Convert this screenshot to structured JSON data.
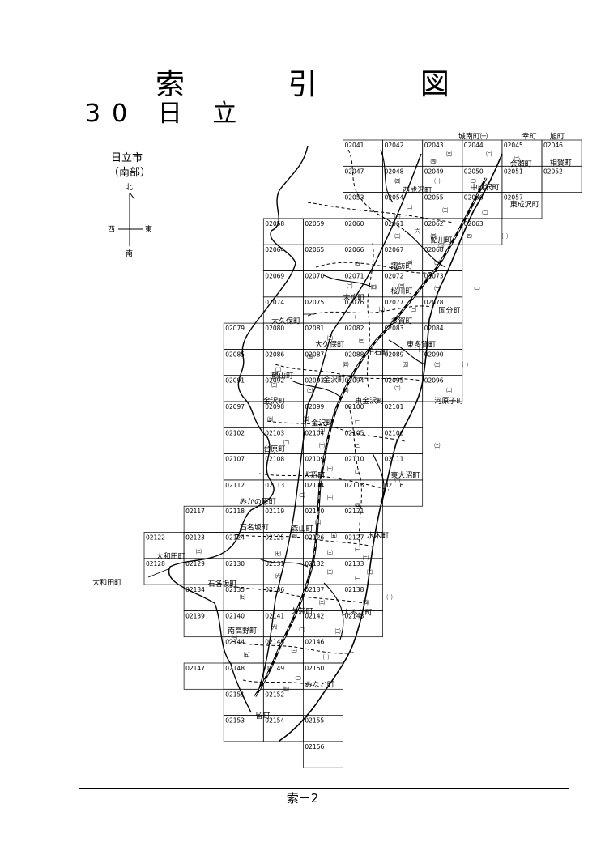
{
  "title": "索 引 図",
  "subtitle": "30 日 立",
  "city": {
    "line1": "日立市",
    "line2": "（南部）"
  },
  "compass": {
    "north": "北",
    "south": "南",
    "east": "東",
    "west": "西"
  },
  "footer": "索－2",
  "cells": [
    {
      "id": "02041",
      "col": 8,
      "row": 0
    },
    {
      "id": "02042",
      "col": 9,
      "row": 0
    },
    {
      "id": "02043",
      "col": 10,
      "row": 0
    },
    {
      "id": "02044",
      "col": 11,
      "row": 0
    },
    {
      "id": "02045",
      "col": 12,
      "row": 0
    },
    {
      "id": "02046",
      "col": 13,
      "row": 0
    },
    {
      "id": "02047",
      "col": 8,
      "row": 1
    },
    {
      "id": "02048",
      "col": 9,
      "row": 1
    },
    {
      "id": "02049",
      "col": 10,
      "row": 1
    },
    {
      "id": "02050",
      "col": 11,
      "row": 1
    },
    {
      "id": "02051",
      "col": 12,
      "row": 1
    },
    {
      "id": "02052",
      "col": 13,
      "row": 1
    },
    {
      "id": "02053",
      "col": 8,
      "row": 2
    },
    {
      "id": "02054",
      "col": 9,
      "row": 2
    },
    {
      "id": "02055",
      "col": 10,
      "row": 2
    },
    {
      "id": "02056",
      "col": 11,
      "row": 2
    },
    {
      "id": "02057",
      "col": 12,
      "row": 2
    },
    {
      "id": "02058",
      "col": 6,
      "row": 3
    },
    {
      "id": "02059",
      "col": 7,
      "row": 3
    },
    {
      "id": "02060",
      "col": 8,
      "row": 3
    },
    {
      "id": "02061",
      "col": 9,
      "row": 3
    },
    {
      "id": "02062",
      "col": 10,
      "row": 3
    },
    {
      "id": "02063",
      "col": 11,
      "row": 3
    },
    {
      "id": "02064",
      "col": 6,
      "row": 4
    },
    {
      "id": "02065",
      "col": 7,
      "row": 4
    },
    {
      "id": "02066",
      "col": 8,
      "row": 4
    },
    {
      "id": "02067",
      "col": 9,
      "row": 4
    },
    {
      "id": "02068",
      "col": 10,
      "row": 4
    },
    {
      "id": "02069",
      "col": 6,
      "row": 5
    },
    {
      "id": "02070",
      "col": 7,
      "row": 5
    },
    {
      "id": "02071",
      "col": 8,
      "row": 5
    },
    {
      "id": "02072",
      "col": 9,
      "row": 5
    },
    {
      "id": "02073",
      "col": 10,
      "row": 5
    },
    {
      "id": "02074",
      "col": 6,
      "row": 6
    },
    {
      "id": "02075",
      "col": 7,
      "row": 6
    },
    {
      "id": "02076",
      "col": 8,
      "row": 6
    },
    {
      "id": "02077",
      "col": 9,
      "row": 6
    },
    {
      "id": "02078",
      "col": 10,
      "row": 6
    },
    {
      "id": "02079",
      "col": 5,
      "row": 7
    },
    {
      "id": "02080",
      "col": 6,
      "row": 7
    },
    {
      "id": "02081",
      "col": 7,
      "row": 7
    },
    {
      "id": "02082",
      "col": 8,
      "row": 7
    },
    {
      "id": "02083",
      "col": 9,
      "row": 7
    },
    {
      "id": "02084",
      "col": 10,
      "row": 7
    },
    {
      "id": "02085",
      "col": 5,
      "row": 8
    },
    {
      "id": "02086",
      "col": 6,
      "row": 8
    },
    {
      "id": "02087",
      "col": 7,
      "row": 8
    },
    {
      "id": "02088",
      "col": 8,
      "row": 8
    },
    {
      "id": "02089",
      "col": 9,
      "row": 8
    },
    {
      "id": "02090",
      "col": 10,
      "row": 8
    },
    {
      "id": "02091",
      "col": 5,
      "row": 9
    },
    {
      "id": "02092",
      "col": 6,
      "row": 9
    },
    {
      "id": "02093",
      "col": 7,
      "row": 9
    },
    {
      "id": "02094",
      "col": 8,
      "row": 9
    },
    {
      "id": "02095",
      "col": 9,
      "row": 9
    },
    {
      "id": "02096",
      "col": 10,
      "row": 9
    },
    {
      "id": "02097",
      "col": 5,
      "row": 10
    },
    {
      "id": "02098",
      "col": 6,
      "row": 10
    },
    {
      "id": "02099",
      "col": 7,
      "row": 10
    },
    {
      "id": "02100",
      "col": 8,
      "row": 10
    },
    {
      "id": "02101",
      "col": 9,
      "row": 10
    },
    {
      "id": "02102",
      "col": 5,
      "row": 11
    },
    {
      "id": "02103",
      "col": 6,
      "row": 11
    },
    {
      "id": "02104",
      "col": 7,
      "row": 11
    },
    {
      "id": "02105",
      "col": 8,
      "row": 11
    },
    {
      "id": "02106",
      "col": 9,
      "row": 11
    },
    {
      "id": "02107",
      "col": 5,
      "row": 12
    },
    {
      "id": "02108",
      "col": 6,
      "row": 12
    },
    {
      "id": "02109",
      "col": 7,
      "row": 12
    },
    {
      "id": "02110",
      "col": 8,
      "row": 12
    },
    {
      "id": "02111",
      "col": 9,
      "row": 12
    },
    {
      "id": "02112",
      "col": 5,
      "row": 13
    },
    {
      "id": "02113",
      "col": 6,
      "row": 13
    },
    {
      "id": "02114",
      "col": 7,
      "row": 13
    },
    {
      "id": "02115",
      "col": 8,
      "row": 13
    },
    {
      "id": "02116",
      "col": 9,
      "row": 13
    },
    {
      "id": "02117",
      "col": 4,
      "row": 14
    },
    {
      "id": "02118",
      "col": 5,
      "row": 14
    },
    {
      "id": "02119",
      "col": 6,
      "row": 14
    },
    {
      "id": "02120",
      "col": 7,
      "row": 14
    },
    {
      "id": "02121",
      "col": 8,
      "row": 14
    },
    {
      "id": "02122",
      "col": 3,
      "row": 15
    },
    {
      "id": "02123",
      "col": 4,
      "row": 15
    },
    {
      "id": "02124",
      "col": 5,
      "row": 15
    },
    {
      "id": "02125",
      "col": 6,
      "row": 15
    },
    {
      "id": "02126",
      "col": 7,
      "row": 15
    },
    {
      "id": "02127",
      "col": 8,
      "row": 15
    },
    {
      "id": "02128",
      "col": 3,
      "row": 16
    },
    {
      "id": "02129",
      "col": 4,
      "row": 16
    },
    {
      "id": "02130",
      "col": 5,
      "row": 16
    },
    {
      "id": "02131",
      "col": 6,
      "row": 16
    },
    {
      "id": "02132",
      "col": 7,
      "row": 16
    },
    {
      "id": "02133",
      "col": 8,
      "row": 16
    },
    {
      "id": "02134",
      "col": 4,
      "row": 17
    },
    {
      "id": "02135",
      "col": 5,
      "row": 17
    },
    {
      "id": "02136",
      "col": 6,
      "row": 17
    },
    {
      "id": "02137",
      "col": 7,
      "row": 17
    },
    {
      "id": "02138",
      "col": 8,
      "row": 17
    },
    {
      "id": "02139",
      "col": 4,
      "row": 18
    },
    {
      "id": "02140",
      "col": 5,
      "row": 18
    },
    {
      "id": "02141",
      "col": 6,
      "row": 18
    },
    {
      "id": "02142",
      "col": 7,
      "row": 18
    },
    {
      "id": "02143",
      "col": 8,
      "row": 18
    },
    {
      "id": "02144",
      "col": 5,
      "row": 19
    },
    {
      "id": "02145",
      "col": 6,
      "row": 19
    },
    {
      "id": "02146",
      "col": 7,
      "row": 19
    },
    {
      "id": "02147",
      "col": 4,
      "row": 20
    },
    {
      "id": "02148",
      "col": 5,
      "row": 20
    },
    {
      "id": "02149",
      "col": 6,
      "row": 20
    },
    {
      "id": "02150",
      "col": 7,
      "row": 20
    },
    {
      "id": "02151",
      "col": 5,
      "row": 21
    },
    {
      "id": "02152",
      "col": 6,
      "row": 21
    },
    {
      "id": "02153",
      "col": 5,
      "row": 22
    },
    {
      "id": "02154",
      "col": 6,
      "row": 22
    },
    {
      "id": "02155",
      "col": 7,
      "row": 22
    },
    {
      "id": "02156",
      "col": 7,
      "row": 23
    }
  ],
  "places": [
    {
      "name": "城南町",
      "suffix": "㈠",
      "col": 10.9,
      "row": -0.35
    },
    {
      "name": "幸町",
      "suffix": "",
      "col": 12.5,
      "row": -0.35
    },
    {
      "name": "旭町",
      "suffix": "",
      "col": 13.2,
      "row": -0.35
    },
    {
      "name": "相賀町",
      "suffix": "",
      "col": 13.2,
      "row": 0.65
    },
    {
      "name": "会瀬町",
      "suffix": "",
      "col": 12.2,
      "row": 0.7
    },
    {
      "name": "中成沢町",
      "suffix": "",
      "col": 11.2,
      "row": 1.6
    },
    {
      "name": "東成沢町",
      "suffix": "",
      "col": 12.2,
      "row": 2.25
    },
    {
      "name": "西成沢町",
      "suffix": "",
      "col": 9.5,
      "row": 1.7
    },
    {
      "name": "鮎川町",
      "suffix": "",
      "col": 10.2,
      "row": 3.6
    },
    {
      "name": "諏訪町",
      "suffix": "",
      "col": 9.2,
      "row": 4.6
    },
    {
      "name": "桜川町",
      "suffix": "",
      "col": 9.2,
      "row": 5.55
    },
    {
      "name": "末広町",
      "suffix": "",
      "col": 8.0,
      "row": 5.8
    },
    {
      "name": "国分町",
      "suffix": "",
      "col": 10.4,
      "row": 6.3
    },
    {
      "name": "多賀町",
      "suffix": "",
      "col": 9.2,
      "row": 6.7
    },
    {
      "name": "大久保町",
      "suffix": "",
      "col": 6.2,
      "row": 6.7
    },
    {
      "name": "東多賀町",
      "suffix": "",
      "col": 9.6,
      "row": 7.6
    },
    {
      "name": "大久保町",
      "suffix": "",
      "col": 7.3,
      "row": 7.6
    },
    {
      "name": "千石町",
      "suffix": "",
      "col": 8.6,
      "row": 7.9
    },
    {
      "name": "鶴山町",
      "suffix": "",
      "col": 6.2,
      "row": 8.8
    },
    {
      "name": "金沢町",
      "suffix": "",
      "col": 7.5,
      "row": 8.95
    },
    {
      "name": "金沢町",
      "suffix": "",
      "col": 6.0,
      "row": 9.75
    },
    {
      "name": "東金沢町",
      "suffix": "",
      "col": 8.3,
      "row": 9.75
    },
    {
      "name": "河原子町",
      "suffix": "",
      "col": 10.3,
      "row": 9.75
    },
    {
      "name": "金沢町",
      "suffix": "",
      "col": 7.2,
      "row": 10.6
    },
    {
      "name": "台原町",
      "suffix": "",
      "col": 6.0,
      "row": 11.6
    },
    {
      "name": "大沼町",
      "suffix": "",
      "col": 7.0,
      "row": 12.6
    },
    {
      "name": "東大沼町",
      "suffix": "",
      "col": 9.2,
      "row": 12.6
    },
    {
      "name": "みかの原町",
      "suffix": "",
      "col": 5.4,
      "row": 13.6
    },
    {
      "name": "石名坂町",
      "suffix": "",
      "col": 5.4,
      "row": 14.6
    },
    {
      "name": "森山町",
      "suffix": "",
      "col": 6.7,
      "row": 14.65
    },
    {
      "name": "水木町",
      "suffix": "",
      "col": 8.6,
      "row": 14.9
    },
    {
      "name": "大和田町",
      "suffix": "",
      "col": 3.3,
      "row": 15.7
    },
    {
      "name": "大和田町",
      "suffix": "",
      "col": 1.7,
      "row": 16.7
    },
    {
      "name": "石名坂町",
      "suffix": "",
      "col": 4.6,
      "row": 16.75
    },
    {
      "name": "久慈町",
      "suffix": "",
      "col": 6.7,
      "row": 17.8
    },
    {
      "name": "大みか町",
      "suffix": "",
      "col": 8.0,
      "row": 17.85
    },
    {
      "name": "南高野町",
      "suffix": "",
      "col": 5.1,
      "row": 18.55
    },
    {
      "name": "みなと町",
      "suffix": "",
      "col": 7.05,
      "row": 20.6
    },
    {
      "name": "留町",
      "suffix": "",
      "col": 5.8,
      "row": 21.8
    }
  ],
  "districts": [
    {
      "label": "㈣",
      "col": 10.2,
      "row": 0.65
    },
    {
      "label": "㈢",
      "col": 10.6,
      "row": 0.35
    },
    {
      "label": "㈡",
      "col": 11.6,
      "row": 0.35
    },
    {
      "label": "㈢",
      "col": 12.3,
      "row": 0.55
    },
    {
      "label": "㈣",
      "col": 9.3,
      "row": 1.4
    },
    {
      "label": "㈠",
      "col": 10.3,
      "row": 1.4
    },
    {
      "label": "㈡",
      "col": 11.2,
      "row": 1.4
    },
    {
      "label": "㈢",
      "col": 11.5,
      "row": 1.6
    },
    {
      "label": "㈡",
      "col": 9.6,
      "row": 2.4
    },
    {
      "label": "㈢",
      "col": 10.5,
      "row": 2.5
    },
    {
      "label": "㈢",
      "col": 9.3,
      "row": 2.75
    },
    {
      "label": "㈡",
      "col": 11.5,
      "row": 2.6
    },
    {
      "label": "㈥",
      "col": 9.8,
      "row": 3.3
    },
    {
      "label": "㈡",
      "col": 9.3,
      "row": 3.5
    },
    {
      "label": "㈣",
      "col": 10.2,
      "row": 3.5
    },
    {
      "label": "㈤",
      "col": 10.4,
      "row": 3.85
    },
    {
      "label": "㈣",
      "col": 11.1,
      "row": 3.5
    },
    {
      "label": "㈠",
      "col": 12.0,
      "row": 3.5
    },
    {
      "label": "㈣",
      "col": 8.3,
      "row": 4.55
    },
    {
      "label": "㈡",
      "col": 9.6,
      "row": 4.5
    },
    {
      "label": "㈢",
      "col": 10.3,
      "row": 4.5
    },
    {
      "label": "㈣",
      "col": 8.7,
      "row": 5.45
    },
    {
      "label": "㈡",
      "col": 8.1,
      "row": 5.4
    },
    {
      "label": "㈢",
      "col": 9.4,
      "row": 5.4
    },
    {
      "label": "㈠",
      "col": 10.3,
      "row": 5.5
    },
    {
      "label": "㈡",
      "col": 11.3,
      "row": 5.5
    },
    {
      "label": "㈡",
      "col": 8.9,
      "row": 6.3
    },
    {
      "label": "㈢",
      "col": 9.7,
      "row": 6.3
    },
    {
      "label": "㈠",
      "col": 8.3,
      "row": 6.6
    },
    {
      "label": "㈡",
      "col": 7.6,
      "row": 7.4
    },
    {
      "label": "㈢",
      "col": 8.4,
      "row": 7.5
    },
    {
      "label": "㈠",
      "col": 9.9,
      "row": 7.85
    },
    {
      "label": "㈤",
      "col": 7.1,
      "row": 8.1
    },
    {
      "label": "㈣",
      "col": 8.0,
      "row": 8.4
    },
    {
      "label": "㈤",
      "col": 9.5,
      "row": 8.4
    },
    {
      "label": "㈢",
      "col": 10.3,
      "row": 8.4
    },
    {
      "label": "㈠",
      "col": 11.0,
      "row": 8.4
    },
    {
      "label": "㈡",
      "col": 6.3,
      "row": 8.6
    },
    {
      "label": "㈡",
      "col": 6.2,
      "row": 9.2
    },
    {
      "label": "㈢",
      "col": 7.1,
      "row": 9.4
    },
    {
      "label": "㈣",
      "col": 8.0,
      "row": 9.4
    },
    {
      "label": "㈡",
      "col": 9.3,
      "row": 9.3
    },
    {
      "label": "㈡",
      "col": 10.6,
      "row": 9.4
    },
    {
      "label": "㈦",
      "col": 6.1,
      "row": 10.5
    },
    {
      "label": "㈤",
      "col": 7.0,
      "row": 10.5
    },
    {
      "label": "㈢",
      "col": 7.4,
      "row": 10.9
    },
    {
      "label": "㈡",
      "col": 8.3,
      "row": 10.6
    },
    {
      "label": "㈡",
      "col": 6.5,
      "row": 11.4
    },
    {
      "label": "㈢",
      "col": 8.3,
      "row": 11.5
    },
    {
      "label": "㈠",
      "col": 7.4,
      "row": 11.5
    },
    {
      "label": "㈢",
      "col": 10.3,
      "row": 11.5
    },
    {
      "label": "㈢",
      "col": 7.1,
      "row": 12.6
    },
    {
      "label": "㈡",
      "col": 8.3,
      "row": 12.5
    },
    {
      "label": "㈠",
      "col": 9.3,
      "row": 12.8
    },
    {
      "label": "㈠",
      "col": 7.6,
      "row": 12.4
    },
    {
      "label": "㈡",
      "col": 6.9,
      "row": 13.4
    },
    {
      "label": "㈠",
      "col": 7.6,
      "row": 13.5
    },
    {
      "label": "㈣",
      "col": 8.3,
      "row": 13.8
    },
    {
      "label": "㈣",
      "col": 6.7,
      "row": 14.95
    },
    {
      "label": "㈤",
      "col": 7.7,
      "row": 14.95
    },
    {
      "label": "㈡",
      "col": 7.3,
      "row": 14.45
    },
    {
      "label": "㈡",
      "col": 4.3,
      "row": 15.55
    },
    {
      "label": "㈦",
      "col": 6.3,
      "row": 15.65
    },
    {
      "label": "㈢",
      "col": 7.6,
      "row": 15.6
    },
    {
      "label": "㈠",
      "col": 8.3,
      "row": 15.5
    },
    {
      "label": "㈡",
      "col": 8.5,
      "row": 15.8
    },
    {
      "label": "㈥",
      "col": 6.3,
      "row": 16.5
    },
    {
      "label": "㈡",
      "col": 7.6,
      "row": 16.35
    },
    {
      "label": "㈠",
      "col": 8.3,
      "row": 16.6
    },
    {
      "label": "㈢",
      "col": 8.6,
      "row": 16.35
    },
    {
      "label": "㈦",
      "col": 5.4,
      "row": 17.3
    },
    {
      "label": "㈡",
      "col": 7.4,
      "row": 17.5
    },
    {
      "label": "㈣",
      "col": 8.5,
      "row": 17.5
    },
    {
      "label": "㈠",
      "col": 9.1,
      "row": 17.3
    },
    {
      "label": "㈠",
      "col": 5.2,
      "row": 18.85
    },
    {
      "label": "㈥",
      "col": 6.2,
      "row": 18.45
    },
    {
      "label": "㈡",
      "col": 6.9,
      "row": 18.55
    },
    {
      "label": "㈢",
      "col": 7.8,
      "row": 18.6
    },
    {
      "label": "㈤",
      "col": 5.5,
      "row": 19.5
    },
    {
      "label": "㈢",
      "col": 6.7,
      "row": 19.35
    },
    {
      "label": "㈠",
      "col": 7.5,
      "row": 19.6
    },
    {
      "label": "㈢",
      "col": 6.8,
      "row": 20.4
    },
    {
      "label": "㈣",
      "col": 6.5,
      "row": 20.8
    }
  ]
}
